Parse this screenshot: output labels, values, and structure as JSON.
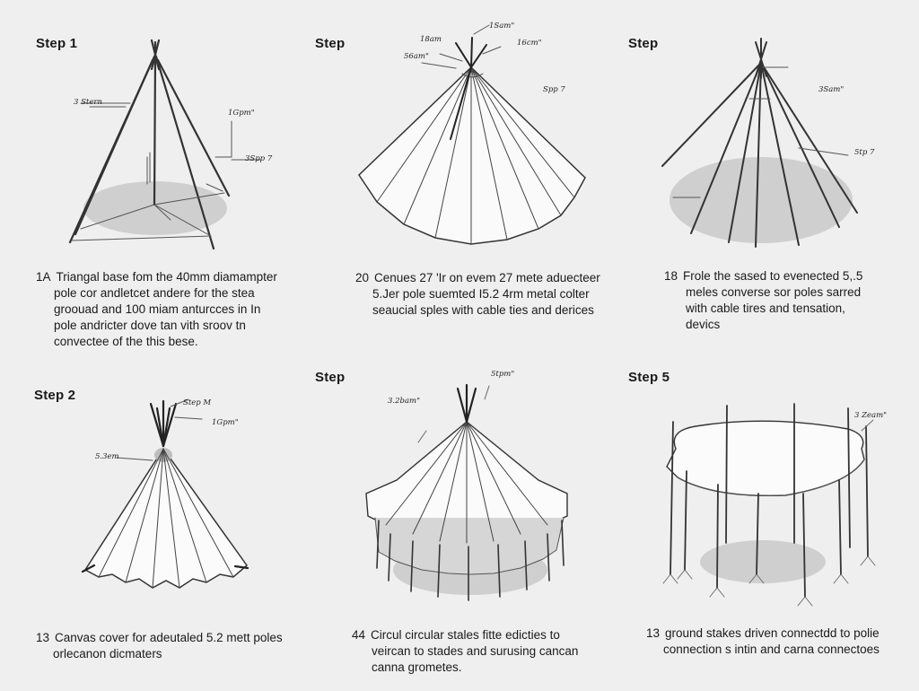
{
  "panels": [
    {
      "title": "Step 1",
      "labels": [
        "3 Stern",
        "1Gpm\"",
        "3Spp 7"
      ],
      "caption": {
        "number": "1A",
        "lines": [
          "Triangal base fom the 40mm diamampter",
          "pole cor  andletcet andere for the stea",
          "groouad and 100 miam anturcces in In",
          "pole andricter dove tan vith sroov tn",
          "convectee of the this bese."
        ]
      }
    },
    {
      "title": "Step",
      "labels": [
        "1Sam\"",
        "18am",
        "16cm\"",
        "56am\"",
        "Spp 7"
      ],
      "caption": {
        "number": "20",
        "lines": [
          "Cenues 27 'Ir on evem 27 mete aduecteer",
          "5.Jer pole suemted I5.2 4rm metal colter",
          "seaucial sples with cable ties and derices"
        ]
      }
    },
    {
      "title": "Step",
      "labels": [
        "3Sam\"",
        "5tp 7"
      ],
      "caption": {
        "number": "18",
        "lines": [
          "Frole the sased to evenected 5,.5",
          "meles converse sor poles sarred",
          "with cable tires and tensation,",
          "devics"
        ]
      }
    },
    {
      "title": "Step 2",
      "labels": [
        "Step M",
        "1Gpm\"",
        "5.3em"
      ],
      "caption": {
        "number": "13",
        "lines": [
          "Canvas cover for adeutaled 5.2 mett poles",
          "orlecanon dicmaters"
        ]
      }
    },
    {
      "title": "Step",
      "labels": [
        "3.2bam\"",
        "5tpm\""
      ],
      "caption": {
        "number": "44",
        "lines": [
          "Circul circular stales fitte edicties to",
          "veircan to stades and surusing cancan",
          "canna grometes."
        ]
      }
    },
    {
      "title": "Step 5",
      "labels": [
        "3 Zeam\""
      ],
      "caption": {
        "number": "13",
        "lines": [
          "ground stakes driven connectdd to polie",
          "connection s intin and carna connectoes"
        ]
      }
    }
  ]
}
